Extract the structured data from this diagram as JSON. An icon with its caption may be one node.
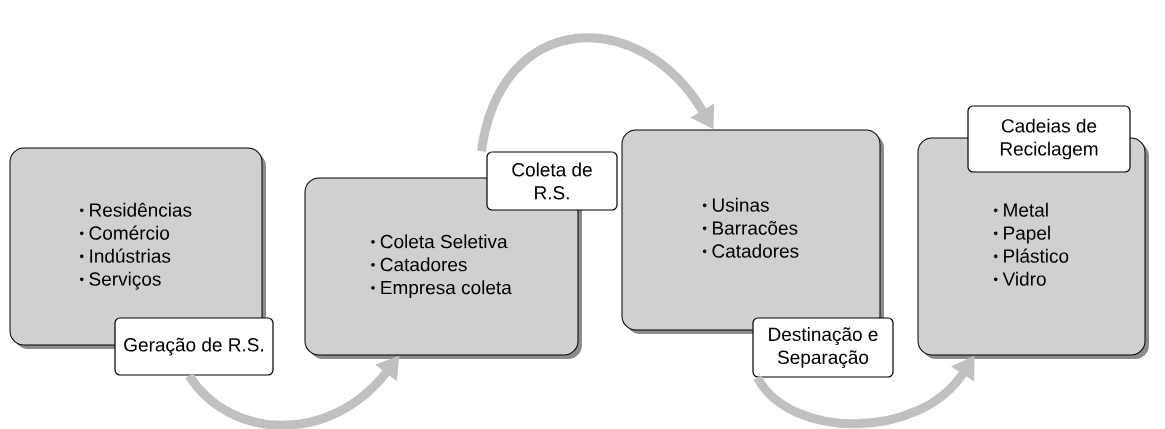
{
  "diagram": {
    "nodes": [
      {
        "text": [
          "Residências",
          "Comércio",
          "Indústrias",
          "Serviços"
        ]
      },
      {
        "text": [
          "Geração de R.S."
        ]
      },
      {
        "text": [
          "Coleta Seletiva",
          "Catadores",
          "Empresa coleta"
        ]
      },
      {
        "text": [
          "Coleta de R.S."
        ]
      },
      {
        "text": [
          "Usinas",
          "Barracões",
          "Catadores"
        ]
      },
      {
        "text": [
          "Destinação e Separação"
        ]
      },
      {
        "text": [
          "Metal",
          "Papel",
          "Plástico",
          "Vidro"
        ]
      },
      {
        "text": [
          "Cadeias de Reciclagem"
        ]
      }
    ],
    "edges": [
      {
        "from": 1,
        "to": 2,
        "arrow": "to"
      },
      {
        "from": 3,
        "to": 4,
        "arrow": "to"
      },
      {
        "from": 5,
        "to": 6,
        "arrow": "to"
      }
    ]
  }
}
